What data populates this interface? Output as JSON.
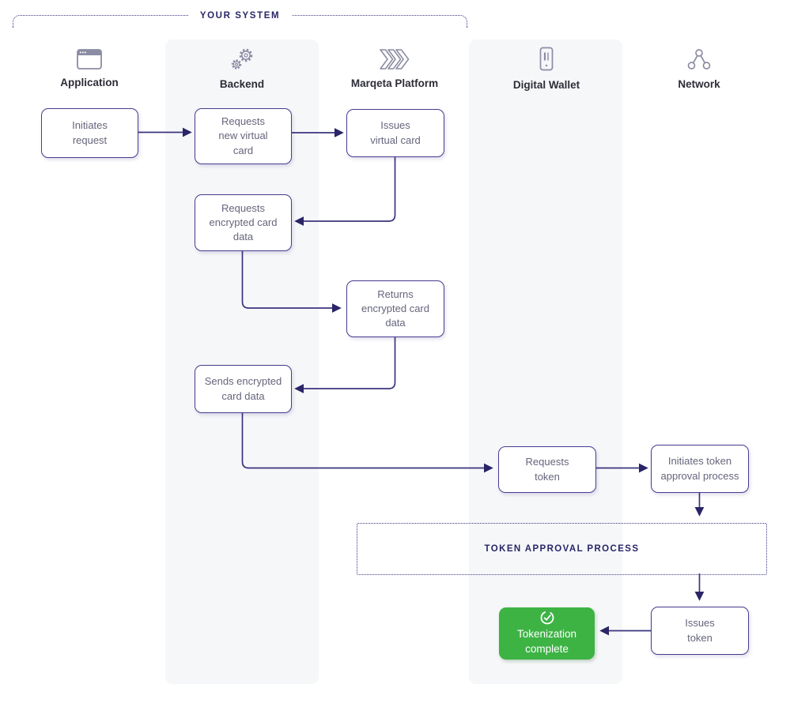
{
  "title_banner": {
    "label": "YOUR SYSTEM"
  },
  "token_approval_banner": {
    "label": "TOKEN APPROVAL PROCESS"
  },
  "columns": [
    {
      "label": "Application",
      "icon": "browser-window-icon"
    },
    {
      "label": "Backend",
      "icon": "gears-icon"
    },
    {
      "label": "Marqeta Platform",
      "icon": "triple-chevron-icon"
    },
    {
      "label": "Digital Wallet",
      "icon": "mobile-wallet-icon"
    },
    {
      "label": "Network",
      "icon": "network-nodes-icon"
    }
  ],
  "nodes": {
    "initiates_request": {
      "label": "Initiates\nrequest",
      "lane": "Application"
    },
    "requests_new_virtual_card": {
      "label": "Requests\nnew virtual\ncard",
      "lane": "Backend"
    },
    "issues_virtual_card": {
      "label": "Issues\nvirtual card",
      "lane": "Marqeta Platform"
    },
    "requests_encrypted_card_data": {
      "label": "Requests\nencrypted card\ndata",
      "lane": "Backend"
    },
    "returns_encrypted_card_data": {
      "label": "Returns\nencrypted card\ndata",
      "lane": "Marqeta Platform"
    },
    "sends_encrypted_card_data": {
      "label": "Sends encrypted\ncard data",
      "lane": "Backend"
    },
    "requests_token": {
      "label": "Requests\ntoken",
      "lane": "Digital Wallet"
    },
    "initiates_token_approval_process": {
      "label": "Initiates token\napproval process",
      "lane": "Network"
    },
    "issues_token": {
      "label": "Issues\ntoken",
      "lane": "Network"
    },
    "tokenization_complete": {
      "label": "Tokenization\ncomplete",
      "lane": "Digital Wallet",
      "icon": "check-circle-icon",
      "status": "success"
    }
  },
  "flows": [
    {
      "from": "initiates_request",
      "to": "requests_new_virtual_card"
    },
    {
      "from": "requests_new_virtual_card",
      "to": "issues_virtual_card"
    },
    {
      "from": "issues_virtual_card",
      "to": "requests_encrypted_card_data"
    },
    {
      "from": "requests_encrypted_card_data",
      "to": "returns_encrypted_card_data"
    },
    {
      "from": "returns_encrypted_card_data",
      "to": "sends_encrypted_card_data"
    },
    {
      "from": "sends_encrypted_card_data",
      "to": "requests_token"
    },
    {
      "from": "requests_token",
      "to": "initiates_token_approval_process"
    },
    {
      "from": "initiates_token_approval_process",
      "to": "token_approval_process"
    },
    {
      "from": "token_approval_process",
      "to": "issues_token"
    },
    {
      "from": "issues_token",
      "to": "tokenization_complete"
    }
  ],
  "colors": {
    "background": "#ffffff",
    "lane_band": "#f6f7f9",
    "box_border": "#453c8f",
    "box_text": "#65657c",
    "connector_line": "#3a347e",
    "arrowhead": "#2a2566",
    "banner_text": "#2a2568",
    "header_text": "#2d2d38",
    "icon": "#8c8ca4",
    "success_green": "#3db344"
  }
}
